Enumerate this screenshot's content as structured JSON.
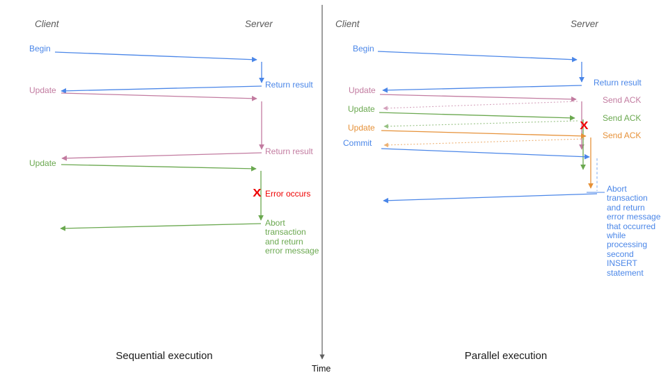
{
  "colors": {
    "blue": "#4a86e8",
    "pink": "#c27ba0",
    "green": "#6aa84f",
    "orange": "#e69138",
    "red": "#ee0000",
    "axis": "#5f5f5f",
    "header": "#595959",
    "caption": "#1a1a1a"
  },
  "time_axis": {
    "label": "Time"
  },
  "left_panel": {
    "caption": "Sequential execution",
    "client_header": "Client",
    "server_header": "Server",
    "begin_label": "Begin",
    "return_result_1_label": "Return result",
    "update_1_label": "Update",
    "return_result_2_label": "Return result",
    "update_2_label": "Update",
    "error_x_glyph": "X",
    "error_label": "Error occurs",
    "abort_label": "Abort\ntransaction\nand return\nerror message"
  },
  "right_panel": {
    "caption": "Parallel execution",
    "client_header": "Client",
    "server_header": "Server",
    "begin_label": "Begin",
    "return_result_label": "Return result",
    "update_1_label": "Update",
    "send_ack_1_label": "Send ACK",
    "update_2_label": "Update",
    "send_ack_2_label": "Send ACK",
    "update_3_label": "Update",
    "send_ack_3_label": "Send ACK",
    "commit_label": "Commit",
    "error_x_glyph": "X",
    "abort_label": "Abort\ntransaction\nand return\nerror message\nthat occurred\nwhile\nprocessing\nsecond\nINSERT\nstatement"
  }
}
